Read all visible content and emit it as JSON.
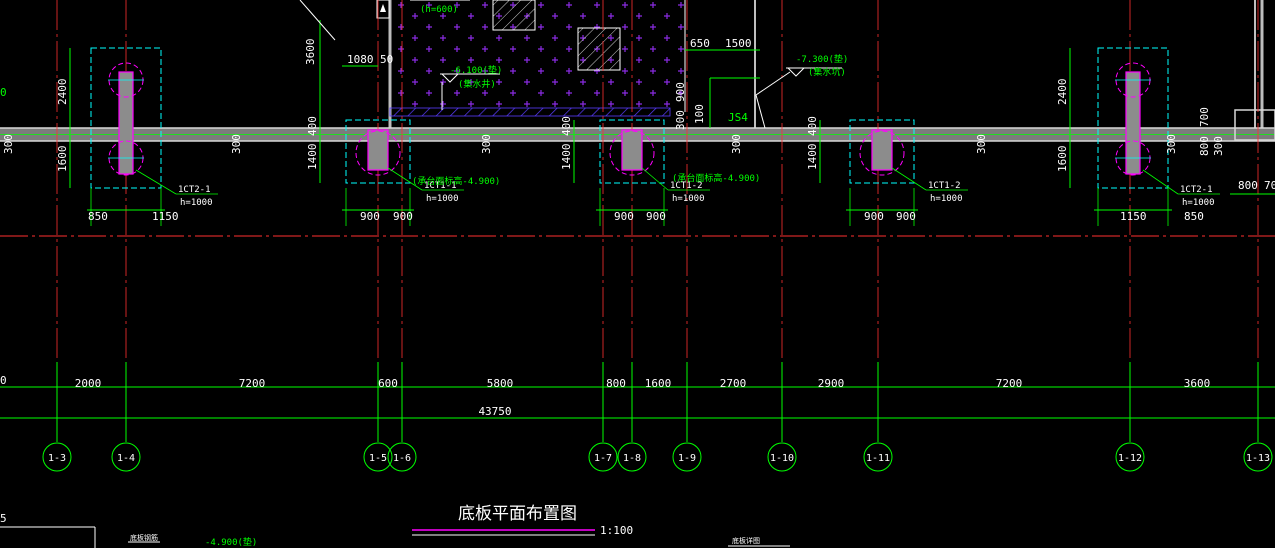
{
  "drawing": {
    "title": "底板平面布置图",
    "scale": "1:100",
    "total_dimension": "43750",
    "axis_spacings": [
      "2000",
      "7200",
      "600",
      "5800",
      "800",
      "1600",
      "2700",
      "2900",
      "7200",
      "3600"
    ],
    "axes": [
      "1-3",
      "1-4",
      "1-5",
      "1-6",
      "1-7",
      "1-8",
      "1-9",
      "1-10",
      "1-11",
      "1-12",
      "1-13"
    ],
    "pile_caps": [
      {
        "tag": "1CT2-1",
        "h": "h=1000",
        "dims": [
          "850",
          "1150"
        ],
        "top_dim": "2400",
        "bottom_dim": "1600"
      },
      {
        "tag": "1CT1-1",
        "h": "h=1000",
        "dims": [
          "900",
          "900"
        ],
        "top_dim": "400",
        "bottom_dim": "1400",
        "note": "(承台面标高-4.900)"
      },
      {
        "tag": "1CT1-2",
        "h": "h=1000",
        "dims": [
          "900",
          "900"
        ],
        "top_dim": "400",
        "bottom_dim": "1400",
        "note": "(承台面标高-4.900)"
      },
      {
        "tag": "1CT1-2",
        "h": "h=1000",
        "dims": [
          "900",
          "900"
        ],
        "top_dim": "400",
        "bottom_dim": "1400"
      },
      {
        "tag": "1CT2-1",
        "h": "h=1000",
        "dims": [
          "1150",
          "850"
        ],
        "top_dim": "2400",
        "bottom_dim": "1600"
      }
    ],
    "wall_dims": [
      "300",
      "300",
      "300",
      "300",
      "300",
      "300"
    ],
    "misc_dims": {
      "d3600": "3600",
      "d1080": "1080",
      "d50": "50",
      "d650": "650",
      "d1500": "1500",
      "d900": "900",
      "d300": "300",
      "d100": "100",
      "d700": "700",
      "d800": "800",
      "d800b": "800",
      "d70": "70",
      "d5": "5"
    },
    "annotations": {
      "elev_top": "(h=600)",
      "elev_pit": "-6.100(垫)",
      "elev_pit_sub": "(集水井)",
      "elev_right": "-7.300(垫)",
      "elev_right_sub": "(集水坑)",
      "js4": "JS4",
      "bottom_elev": "-4.900(垫)",
      "bottom_left_label": "底板钢筋",
      "bottom_right_label": "底板详图"
    },
    "left_edge_label": "0",
    "left_axis_label": "0"
  },
  "colors": {
    "background": "#000000",
    "wall": "#8c8c8c",
    "dimension": "#00ff00",
    "pile": "#ff00ff",
    "cap_outline": "#00ffff",
    "hatch_pit": "#4020ff",
    "axis_line": "#ff3030",
    "text": "#ffffff",
    "annotation": "#00ff00"
  }
}
